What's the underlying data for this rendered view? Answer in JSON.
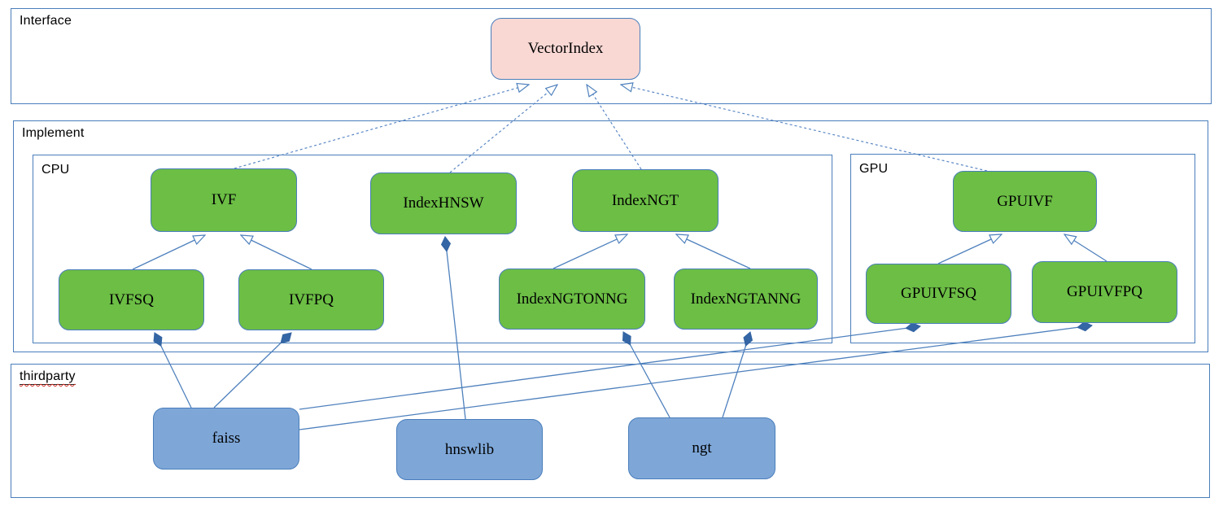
{
  "containers": [
    {
      "id": "interface",
      "label": "Interface"
    },
    {
      "id": "implement",
      "label": "Implement"
    },
    {
      "id": "cpu",
      "label": "CPU"
    },
    {
      "id": "gpu",
      "label": "GPU"
    },
    {
      "id": "thirdparty",
      "label": "thirdparty"
    }
  ],
  "nodes": [
    {
      "id": "vectorindex",
      "label": "VectorIndex",
      "kind": "interface",
      "group": "Interface"
    },
    {
      "id": "ivf",
      "label": "IVF",
      "kind": "class",
      "group": "CPU"
    },
    {
      "id": "indexhnsw",
      "label": "IndexHNSW",
      "kind": "class",
      "group": "CPU"
    },
    {
      "id": "indexngt",
      "label": "IndexNGT",
      "kind": "class",
      "group": "CPU"
    },
    {
      "id": "gpuivf",
      "label": "GPUIVF",
      "kind": "class",
      "group": "GPU"
    },
    {
      "id": "ivfsq",
      "label": "IVFSQ",
      "kind": "class",
      "group": "CPU"
    },
    {
      "id": "ivfpq",
      "label": "IVFPQ",
      "kind": "class",
      "group": "CPU"
    },
    {
      "id": "indexngtonng",
      "label": "IndexNGTONNG",
      "kind": "class",
      "group": "CPU"
    },
    {
      "id": "indexngtanng",
      "label": "IndexNGTANNG",
      "kind": "class",
      "group": "CPU"
    },
    {
      "id": "gpuivfsq",
      "label": "GPUIVFSQ",
      "kind": "class",
      "group": "GPU"
    },
    {
      "id": "gpuivfpq",
      "label": "GPUIVFPQ",
      "kind": "class",
      "group": "GPU"
    },
    {
      "id": "faiss",
      "label": "faiss",
      "kind": "library",
      "group": "thirdparty"
    },
    {
      "id": "hnswlib",
      "label": "hnswlib",
      "kind": "library",
      "group": "thirdparty"
    },
    {
      "id": "ngt",
      "label": "ngt",
      "kind": "library",
      "group": "thirdparty"
    }
  ],
  "edges": [
    {
      "from": "IVF",
      "to": "VectorIndex",
      "type": "realization"
    },
    {
      "from": "IndexHNSW",
      "to": "VectorIndex",
      "type": "realization"
    },
    {
      "from": "IndexNGT",
      "to": "VectorIndex",
      "type": "realization"
    },
    {
      "from": "GPUIVF",
      "to": "VectorIndex",
      "type": "realization"
    },
    {
      "from": "IVFSQ",
      "to": "IVF",
      "type": "inheritance"
    },
    {
      "from": "IVFPQ",
      "to": "IVF",
      "type": "inheritance"
    },
    {
      "from": "IndexNGTONNG",
      "to": "IndexNGT",
      "type": "inheritance"
    },
    {
      "from": "IndexNGTANNG",
      "to": "IndexNGT",
      "type": "inheritance"
    },
    {
      "from": "GPUIVFSQ",
      "to": "GPUIVF",
      "type": "inheritance"
    },
    {
      "from": "GPUIVFPQ",
      "to": "GPUIVF",
      "type": "inheritance"
    },
    {
      "from": "faiss",
      "to": "IVFSQ",
      "type": "composition"
    },
    {
      "from": "faiss",
      "to": "IVFPQ",
      "type": "composition"
    },
    {
      "from": "hnswlib",
      "to": "IndexHNSW",
      "type": "composition"
    },
    {
      "from": "ngt",
      "to": "IndexNGTONNG",
      "type": "composition"
    },
    {
      "from": "ngt",
      "to": "IndexNGTANNG",
      "type": "composition"
    },
    {
      "from": "faiss",
      "to": "GPUIVFSQ",
      "type": "composition"
    },
    {
      "from": "faiss",
      "to": "GPUIVFPQ",
      "type": "composition"
    }
  ],
  "colors": {
    "interface_fill": "#f9d8d4",
    "class_fill": "#6cbe45",
    "library_fill": "#7ea7d8",
    "border_blue": "#4a7ebb",
    "line_blue": "#4f81bd",
    "diamond_fill": "#3465a4",
    "spellcheck_underline": "#cf2e24"
  }
}
